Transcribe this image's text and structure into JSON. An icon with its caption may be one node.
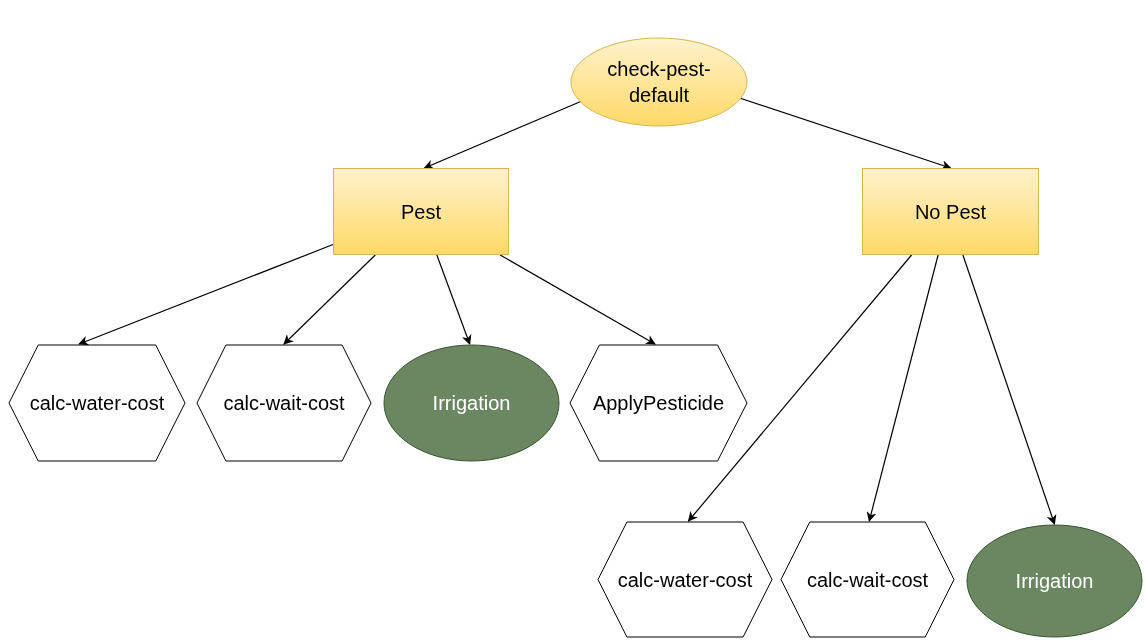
{
  "diagram": {
    "nodes": [
      {
        "text": [
          "check-pest-default"
        ]
      },
      {
        "text": [
          "Pest"
        ]
      },
      {
        "text": [
          "No Pest"
        ]
      },
      {
        "text": [
          "calc-water-cost"
        ]
      },
      {
        "text": [
          "calc-wait-cost"
        ]
      },
      {
        "text": [
          "Irrigation"
        ]
      },
      {
        "text": [
          "ApplyPesticide"
        ]
      },
      {
        "text": [
          "calc-water-cost"
        ]
      },
      {
        "text": [
          "calc-wait-cost"
        ]
      },
      {
        "text": [
          "Irrigation"
        ]
      }
    ],
    "edges": [
      {
        "from": 0,
        "to": 1,
        "arrow": "to"
      },
      {
        "from": 0,
        "to": 2,
        "arrow": "to"
      },
      {
        "from": 1,
        "to": 3,
        "arrow": "to"
      },
      {
        "from": 1,
        "to": 4,
        "arrow": "to"
      },
      {
        "from": 1,
        "to": 5,
        "arrow": "to"
      },
      {
        "from": 1,
        "to": 6,
        "arrow": "to"
      },
      {
        "from": 2,
        "to": 7,
        "arrow": "to"
      },
      {
        "from": 2,
        "to": 8,
        "arrow": "to"
      },
      {
        "from": 2,
        "to": 9,
        "arrow": "to"
      }
    ]
  }
}
